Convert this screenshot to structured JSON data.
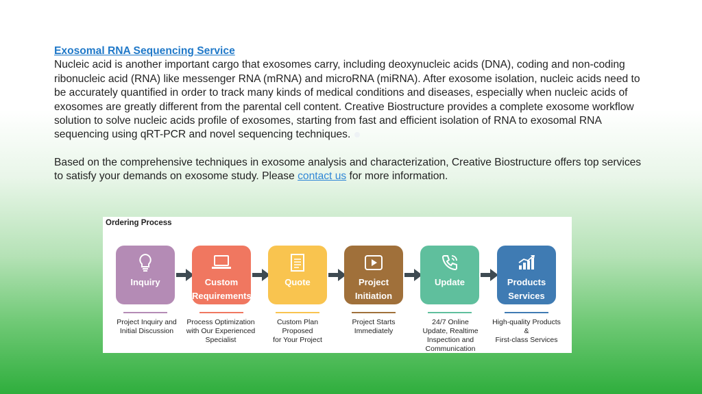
{
  "article": {
    "title": "Exosomal RNA Sequencing Service",
    "paragraph1": "Nucleic acid is another important cargo that exosomes carry, including deoxynucleic acids (DNA), coding and non-coding ribonucleic acid (RNA) like messenger RNA (mRNA) and microRNA (miRNA). After exosome isolation, nucleic acids need to be accurately quantified in order to track many kinds of medical conditions and diseases, especially when nucleic acids of exosomes are greatly different from the parental cell content. Creative Biostructure provides a complete exosome workflow solution to solve nucleic acids profile of exosomes, starting from fast and efficient isolation of RNA to exosomal RNA sequencing using qRT-PCR and novel sequencing techniques.",
    "paragraph2_before": "Based on the comprehensive techniques in exosome analysis and characterization, Creative Biostructure offers top services to satisfy your demands on exosome study. Please ",
    "contact_link": "contact us",
    "paragraph2_after": " for more information."
  },
  "ordering": {
    "title": "Ordering Process",
    "steps": [
      {
        "label_line1": "Inquiry",
        "label_line2": "",
        "color": "#b48bb5",
        "icon": "lightbulb-icon",
        "desc_lines": [
          "Project Inquiry and",
          "Initial Discussion"
        ]
      },
      {
        "label_line1": "Custom",
        "label_line2": "Requirements",
        "color": "#f07760",
        "icon": "laptop-icon",
        "desc_lines": [
          "Process Optimization",
          "with Our Experienced",
          "Specialist"
        ]
      },
      {
        "label_line1": "Quote",
        "label_line2": "",
        "color": "#f9c44f",
        "icon": "document-icon",
        "desc_lines": [
          "Custom Plan",
          "Proposed",
          "for Your Project"
        ]
      },
      {
        "label_line1": "Project",
        "label_line2": "Initiation",
        "color": "#a0703a",
        "icon": "play-icon",
        "desc_lines": [
          "Project Starts",
          "Immediately"
        ]
      },
      {
        "label_line1": "Update",
        "label_line2": "",
        "color": "#5fbf9d",
        "icon": "phone-icon",
        "desc_lines": [
          "24/7 Online",
          "Update, Realtime",
          "Inspection and",
          "Communication"
        ]
      },
      {
        "label_line1": "Products",
        "label_line2": "Services",
        "color": "#3f7bb3",
        "icon": "growth-chart-icon",
        "desc_lines": [
          "High-quality Products",
          "&",
          "First-class Services"
        ]
      }
    ],
    "arrow_color": "#3e4a52"
  }
}
